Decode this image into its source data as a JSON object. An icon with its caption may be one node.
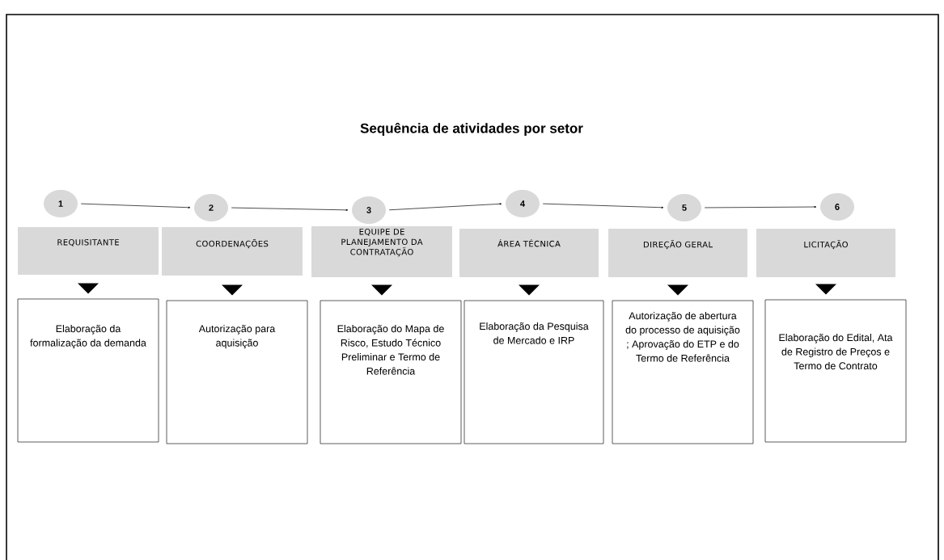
{
  "diagram": {
    "title": "Sequência de atividades por setor",
    "nodes": [
      {
        "text": [
          "1"
        ]
      },
      {
        "text": [
          "2"
        ]
      },
      {
        "text": [
          "3"
        ]
      },
      {
        "text": [
          "4"
        ]
      },
      {
        "text": [
          "5"
        ]
      },
      {
        "text": [
          "6"
        ]
      },
      {
        "text": [
          "REQUISITANTE"
        ]
      },
      {
        "text": [
          "COORDENAÇÕES"
        ]
      },
      {
        "text": [
          "EQUIPE DE PLANEJAMENTO DA CONTRATAÇÃO"
        ]
      },
      {
        "text": [
          "ÁREA TÉCNICA"
        ]
      },
      {
        "text": [
          "DIREÇÃO GERAL"
        ]
      },
      {
        "text": [
          "LICITAÇÃO"
        ]
      },
      {
        "text": [
          "Elaboração da formalização da demanda"
        ]
      },
      {
        "text": [
          "Autorização para aquisição"
        ]
      },
      {
        "text": [
          "Elaboração do Mapa de Risco, Estudo Técnico Preliminar e Termo de Referência"
        ]
      },
      {
        "text": [
          "Elaboração da Pesquisa de Mercado e IRP"
        ]
      },
      {
        "text": [
          "Autorização de abertura do processo de aquisição ; Aprovação do ETP e do Termo de Referência"
        ]
      },
      {
        "text": [
          "Elaboração do Edital, Ata de Registro de Preços e Termo de Contrato"
        ]
      }
    ],
    "edges": [
      {
        "from": 0,
        "to": 1,
        "arrow": "to"
      },
      {
        "from": 1,
        "to": 2,
        "arrow": "to"
      },
      {
        "from": 2,
        "to": 3,
        "arrow": "to"
      },
      {
        "from": 3,
        "to": 4,
        "arrow": "to"
      },
      {
        "from": 4,
        "to": 5,
        "arrow": "to"
      },
      {
        "from": 6,
        "to": 12,
        "arrow": "to"
      },
      {
        "from": 7,
        "to": 13,
        "arrow": "to"
      },
      {
        "from": 8,
        "to": 14,
        "arrow": "to"
      },
      {
        "from": 9,
        "to": 15,
        "arrow": "to"
      },
      {
        "from": 10,
        "to": 16,
        "arrow": "to"
      },
      {
        "from": 11,
        "to": 17,
        "arrow": "to"
      }
    ]
  }
}
